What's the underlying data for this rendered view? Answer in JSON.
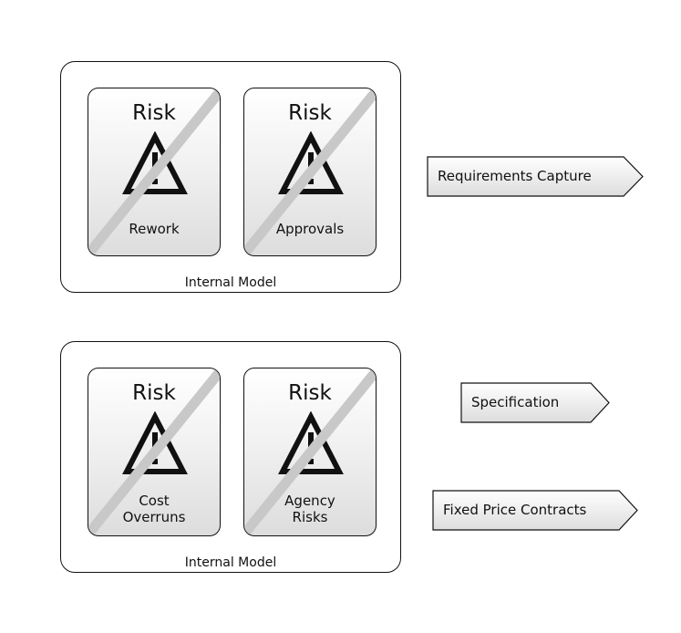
{
  "colors": {
    "border": "#111111",
    "strike": "#c8c8c8",
    "tag_fill_start": "#ffffff",
    "tag_fill_end": "#dddddd"
  },
  "groups": [
    {
      "label": "Internal Model",
      "cards": [
        {
          "title": "Risk",
          "icon": "warning-icon",
          "label": "Rework"
        },
        {
          "title": "Risk",
          "icon": "warning-icon",
          "label": "Approvals"
        }
      ]
    },
    {
      "label": "Internal Model",
      "cards": [
        {
          "title": "Risk",
          "icon": "warning-icon",
          "label": "Cost\nOverruns"
        },
        {
          "title": "Risk",
          "icon": "warning-icon",
          "label": "Agency\nRisks"
        }
      ]
    }
  ],
  "arrows": [
    {
      "label": "Requirements Capture"
    },
    {
      "label": "Specification"
    },
    {
      "label": "Fixed Price Contracts"
    }
  ]
}
